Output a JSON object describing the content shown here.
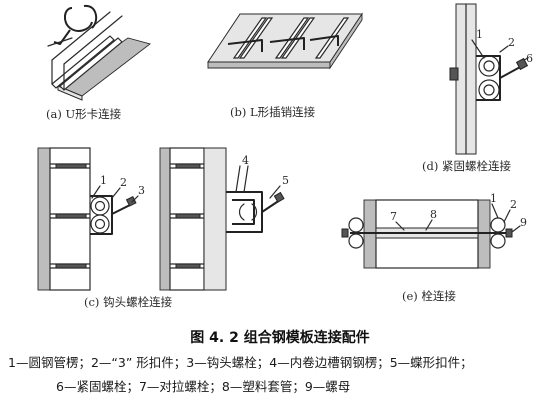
{
  "figure": {
    "title": "图 4. 2 组合钢模板连接配件",
    "legend_line1": "1—圆钢管楞；2—“3” 形扣件；3—钩头螺栓；4—内卷边槽钢钢楞；5—蝶形扣件；",
    "legend_line2": "6—紧固螺栓；7—对拉螺栓；8—塑料套管；9—螺母"
  },
  "panels": {
    "a": {
      "caption": "(a) U形卡连接"
    },
    "b": {
      "caption": "(b) L形插销连接"
    },
    "c": {
      "caption": "(c) 钩头螺栓连接",
      "labels": [
        "1",
        "2",
        "3",
        "4",
        "5"
      ]
    },
    "d": {
      "caption": "(d) 紧固螺栓连接",
      "labels": [
        "1",
        "2",
        "6"
      ]
    },
    "e": {
      "caption": "(e) 栓连接",
      "labels": [
        "7",
        "8",
        "1",
        "2",
        "9"
      ]
    }
  }
}
